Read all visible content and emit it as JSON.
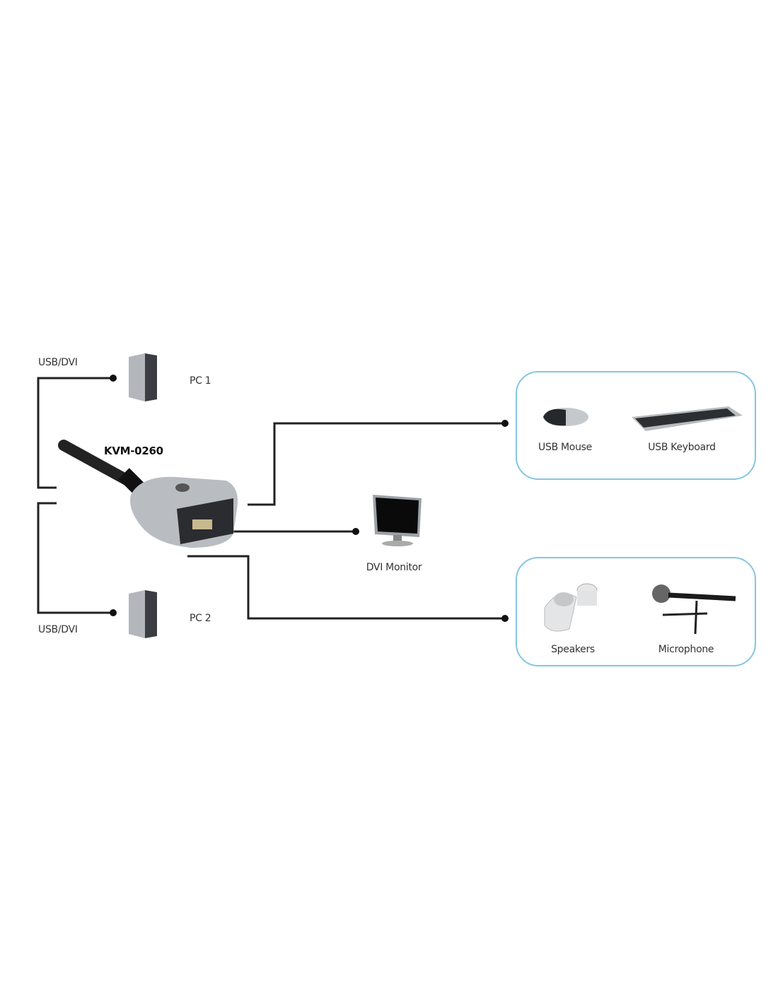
{
  "device": {
    "model": "KVM-0260"
  },
  "computers": [
    {
      "label": "PC 1",
      "connection": "USB/DVI"
    },
    {
      "label": "PC 2",
      "connection": "USB/DVI"
    }
  ],
  "monitor": {
    "label": "DVI Monitor"
  },
  "input_group": {
    "items": [
      {
        "label": "USB Mouse"
      },
      {
        "label": "USB Keyboard"
      }
    ]
  },
  "audio_group": {
    "items": [
      {
        "label": "Speakers"
      },
      {
        "label": "Microphone"
      }
    ]
  },
  "colors": {
    "line": "#222222",
    "box_border": "#84c6e2",
    "device_silver": "#b9bcc0"
  }
}
